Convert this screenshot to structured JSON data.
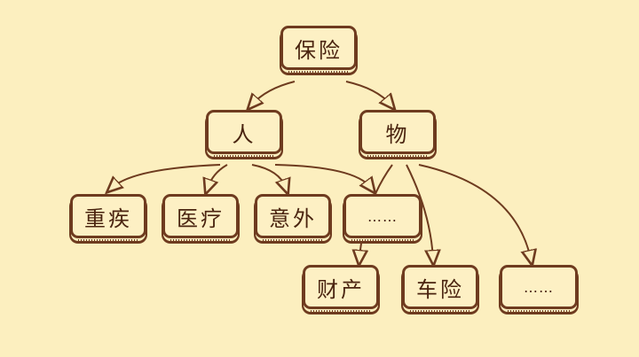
{
  "nodes": {
    "root": "保险",
    "person": "人",
    "property": "物",
    "critical_illness": "重疾",
    "medical": "医疗",
    "accident": "意外",
    "person_more": "……",
    "asset": "财产",
    "car": "车险",
    "property_more": "……"
  },
  "colors": {
    "background": "#fcefbf",
    "stroke": "#6e3b1f"
  }
}
